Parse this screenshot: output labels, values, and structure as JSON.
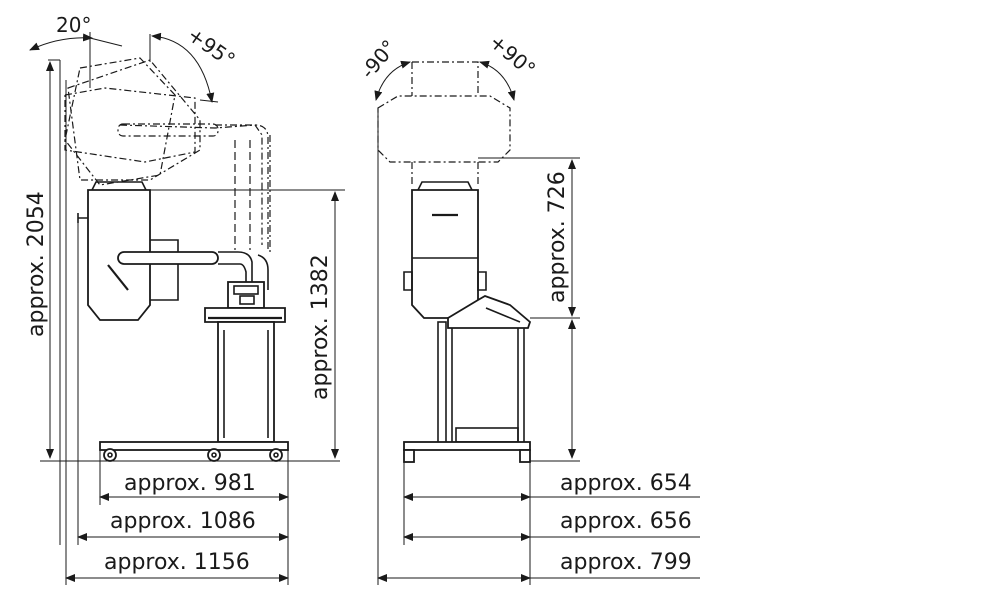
{
  "side_view": {
    "height_total": "approx. 2054",
    "height_device": "approx. 1382",
    "width_base": "approx. 981",
    "width_mid": "approx. 1086",
    "width_total": "approx. 1156",
    "tilt_back": "20°",
    "tilt_forward": "+95°"
  },
  "front_view": {
    "height_head": "approx. 726",
    "width_a": "approx. 654",
    "width_b": "approx. 656",
    "width_c": "approx. 799",
    "rot_left": "-90°",
    "rot_right": "+90°"
  }
}
